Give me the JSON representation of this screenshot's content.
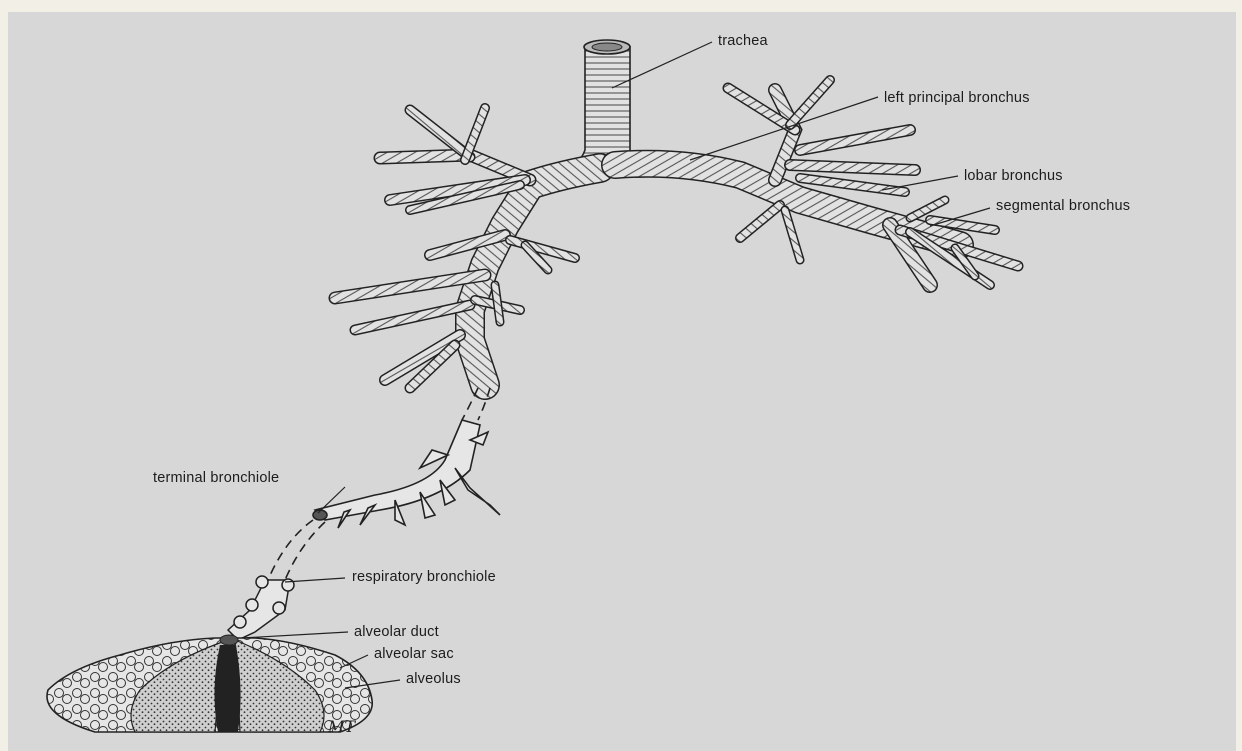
{
  "labels": {
    "trachea": "trachea",
    "left_principal_bronchus": "left principal bronchus",
    "lobar_bronchus": "lobar bronchus",
    "segmental_bronchus": "segmental bronchus",
    "terminal_bronchiole": "terminal bronchiole",
    "respiratory_bronchiole": "respiratory bronchiole",
    "alveolar_duct": "alveolar duct",
    "alveolar_sac": "alveolar sac",
    "alveolus": "alveolus"
  },
  "signature": "MT",
  "colors": {
    "background": "#d7d7d7",
    "border": "#f2efe6",
    "ink": "#1c1c1c",
    "tube_fill": "#e4e4e4"
  }
}
